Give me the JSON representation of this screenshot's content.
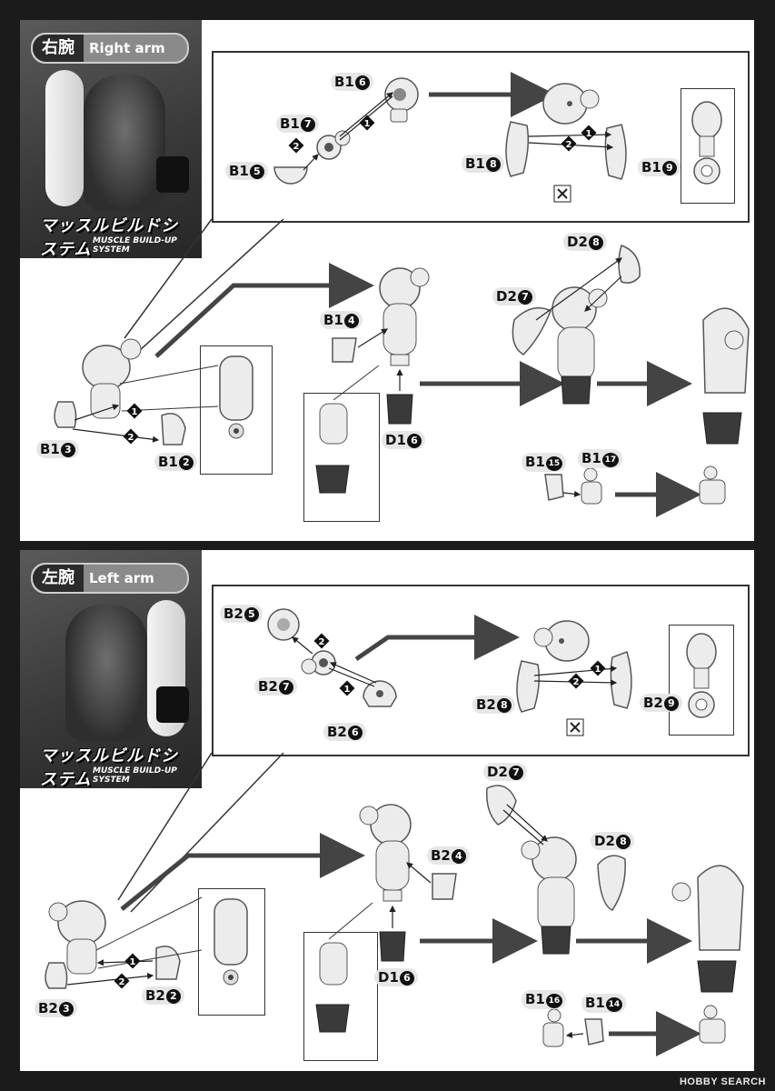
{
  "sections": {
    "right_arm": {
      "title_jp": "右腕",
      "title_en": "Right arm",
      "logo_jp": "マッスルビルドシステム",
      "logo_en": "MUSCLE BUILD-UP SYSTEM",
      "labels": {
        "b16": "B1",
        "b16n": "6",
        "b17": "B1",
        "b17n": "7",
        "b15": "B1",
        "b15n": "5",
        "b18": "B1",
        "b18n": "8",
        "b19": "B1",
        "b19n": "9",
        "d28": "D2",
        "d28n": "8",
        "d27": "D2",
        "d27n": "7",
        "b14": "B1",
        "b14n": "4",
        "b13": "B1",
        "b13n": "3",
        "b12": "B1",
        "b12n": "2",
        "d16": "D1",
        "d16n": "6",
        "b115": "B1",
        "b115n": "15",
        "b117": "B1",
        "b117n": "17"
      }
    },
    "left_arm": {
      "title_jp": "左腕",
      "title_en": "Left arm",
      "logo_jp": "マッスルビルドシステム",
      "logo_en": "MUSCLE BUILD-UP SYSTEM",
      "labels": {
        "b25": "B2",
        "b25n": "5",
        "b27": "B2",
        "b27n": "7",
        "b26": "B2",
        "b26n": "6",
        "b28": "B2",
        "b28n": "8",
        "b29": "B2",
        "b29n": "9",
        "d27": "D2",
        "d27n": "7",
        "d28": "D2",
        "d28n": "8",
        "b24": "B2",
        "b24n": "4",
        "b23": "B2",
        "b23n": "3",
        "b22": "B2",
        "b22n": "2",
        "d16": "D1",
        "d16n": "6",
        "b116": "B1",
        "b116n": "16",
        "b114": "B1",
        "b114n": "14"
      }
    }
  },
  "step_numbers": [
    "1",
    "2"
  ],
  "watermark": "HOBBY SEARCH",
  "colors": {
    "background": "#1b1b1b",
    "panel": "#ffffff",
    "part": "#ececec",
    "part_stroke": "#555555",
    "dark_part": "#3a3a3a",
    "arrow": "#444444"
  }
}
